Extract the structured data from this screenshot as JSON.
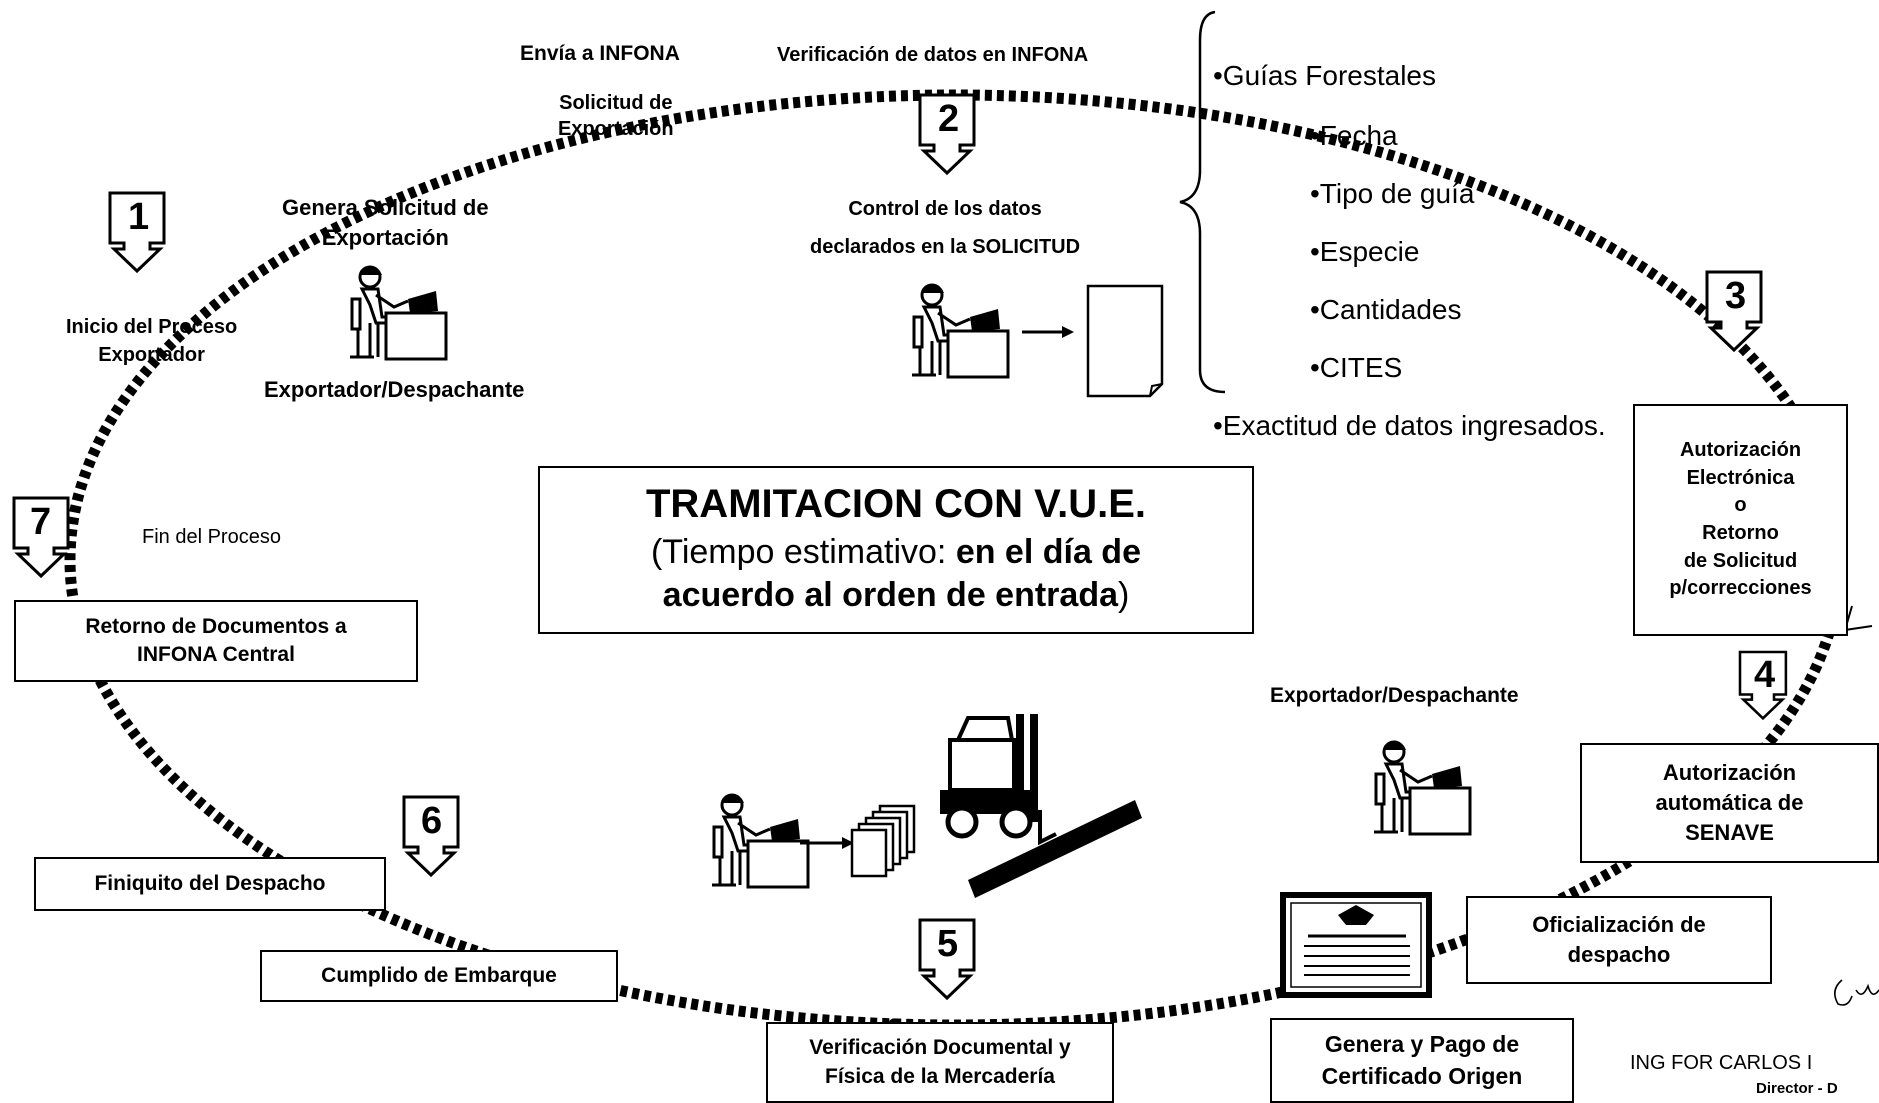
{
  "header": {
    "envia": "Envía a INFONA",
    "verificacion": "Verificación de datos en INFONA",
    "solicitud_l1": "Solicitud de",
    "solicitud_l2": "Exportación"
  },
  "steps": {
    "s1": "1",
    "s2": "2",
    "s3": "3",
    "s4": "4",
    "s5": "5",
    "s6": "6",
    "s7": "7"
  },
  "labels": {
    "genera_l1": "Genera Solicitud de",
    "genera_l2": "Exportación",
    "inicio_l1": "Inicio del Proceso",
    "inicio_l2": "Exportador",
    "exportador1": "Exportador/Despachante",
    "control_l1": "Control de los datos",
    "control_l2": "declarados en la SOLICITUD",
    "fin": "Fin del Proceso",
    "exportador2": "Exportador/Despachante",
    "autorizacion_l1": "Autorización",
    "autorizacion_l2": "Electrónica",
    "autorizacion_l3": "o",
    "autorizacion_l4": "Retorno",
    "autorizacion_l5": "de Solicitud",
    "autorizacion_l6": "p/correcciones",
    "signature_l1": "ING FOR CARLOS I",
    "signature_l2": "Director - D"
  },
  "checklist": {
    "main": "•Guías Forestales",
    "items": [
      "•Fecha",
      "•Tipo de guía",
      "•Especie",
      "•Cantidades",
      "•CITES"
    ],
    "exactitud": "•Exactitud de datos ingresados."
  },
  "center": {
    "title": "TRAMITACION CON V.U.E.",
    "sub_prefix": "(Tiempo estimativo: ",
    "sub_bold1": "en el día de",
    "sub_bold2": "acuerdo al orden de entrada",
    "sub_suffix": ")"
  },
  "boxes": {
    "retorno_l1": "Retorno de Documentos a",
    "retorno_l2": "INFONA Central",
    "finiquito": "Finiquito del Despacho",
    "cumplido": "Cumplido de Embarque",
    "verificacion_l1": "Verificación Documental y",
    "verificacion_l2": "Física de la Mercadería",
    "genera_pago_l1": "Genera y Pago de",
    "genera_pago_l2": "Certificado Origen",
    "oficializacion_l1": "Oficialización de",
    "oficializacion_l2": "despacho",
    "senave_l1": "Autorización",
    "senave_l2": "automática de",
    "senave_l3": "SENAVE"
  },
  "icons": [
    "person-at-desk-icon",
    "document-icon",
    "document-stack-icon",
    "forklift-icon",
    "certificate-icon",
    "step-arrow-icon",
    "curly-brace-icon"
  ]
}
